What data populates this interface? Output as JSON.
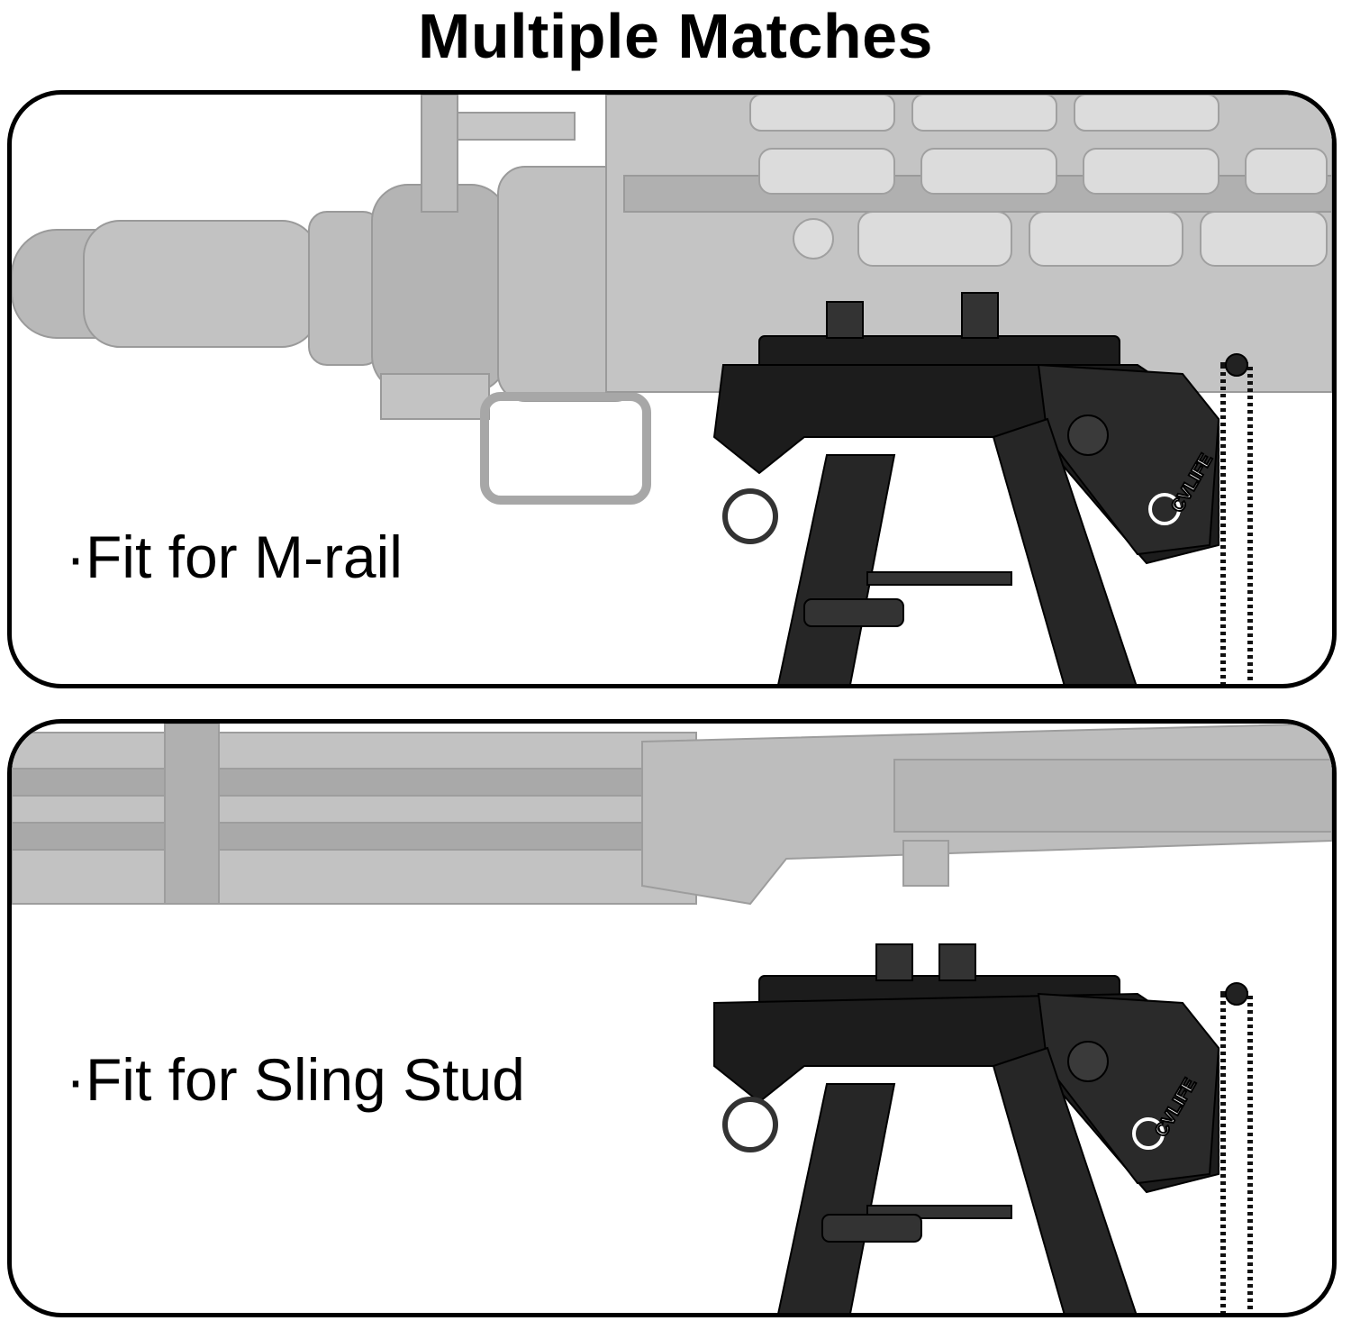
{
  "title": "Multiple Matches",
  "panels": [
    {
      "caption": "·Fit for M-rail",
      "mount": "M-rail",
      "brand_logo": "CVLIFE"
    },
    {
      "caption": "·Fit for Sling Stud",
      "mount": "Sling Stud",
      "brand_logo": "CVLIFE"
    }
  ],
  "colors": {
    "background": "#ffffff",
    "frame": "#000000",
    "rifle_gray": "#b7b7b7",
    "bipod_black": "#1c1c1c"
  },
  "icons": [
    "rifle-handguard-image",
    "bipod-image",
    "rifle-stock-image"
  ]
}
